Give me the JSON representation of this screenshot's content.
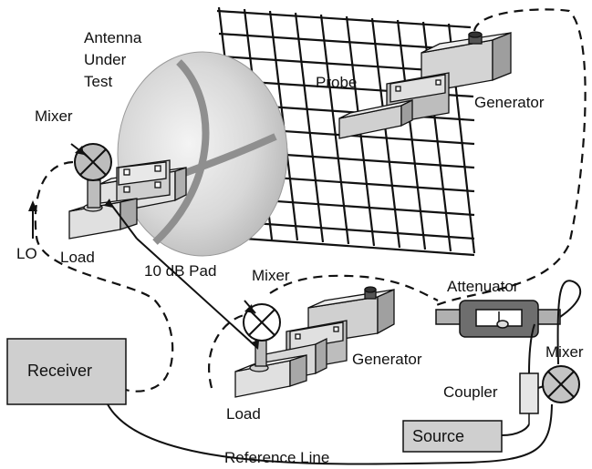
{
  "labels": {
    "antenna_under_test": [
      "Antenna",
      "Under",
      "Test"
    ],
    "probe": "Probe",
    "generator_top": "Generator",
    "mixer_left": "Mixer",
    "lo": "LO",
    "load_left": "Load",
    "pad": "10 dB Pad",
    "mixer_middle": "Mixer",
    "attenuator": "Attenuator",
    "generator_bottom": "Generator",
    "receiver": "Receiver",
    "load_bottom": "Load",
    "coupler": "Coupler",
    "mixer_right": "Mixer",
    "source": "Source",
    "reference_line": "Reference Line"
  },
  "colors": {
    "line": "#111111",
    "box_fill": "#cfcfcf",
    "box_face_light": "#e6e6e6",
    "box_face_dark": "#a8a8a8",
    "dish_light": "#f2f2f2",
    "dish_dark": "#b9b9b9"
  }
}
